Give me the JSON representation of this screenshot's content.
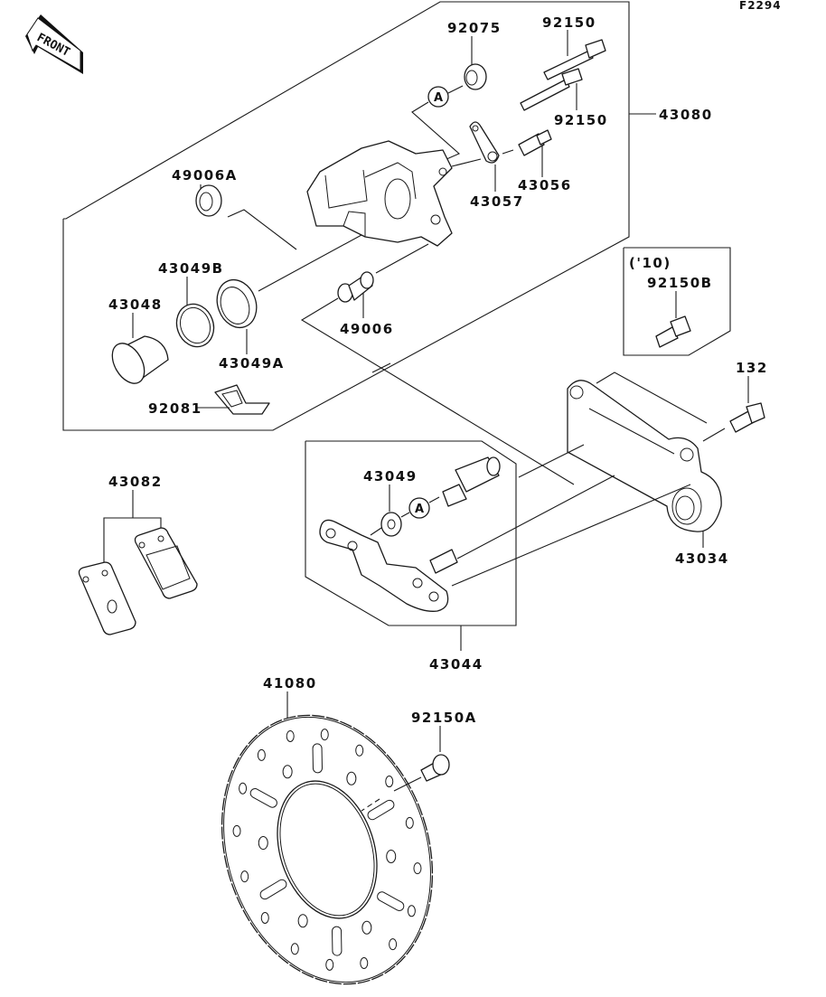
{
  "diagram": {
    "figure_code": "F2294",
    "front_label": "FRONT",
    "reference_marker": "A",
    "year_note": "('10)",
    "callouts": {
      "p92075": "92075",
      "p92150_top": "92150",
      "p92150_lower": "92150",
      "p43080": "43080",
      "p49006A": "49006A",
      "p43056": "43056",
      "p43057": "43057",
      "p43049B": "43049B",
      "p43048": "43048",
      "p49006": "49006",
      "p43049A": "43049A",
      "p92081": "92081",
      "p92150B": "92150B",
      "p132": "132",
      "p43082": "43082",
      "p43049": "43049",
      "p43034": "43034",
      "p43044": "43044",
      "p41080": "41080",
      "p92150A": "92150A"
    }
  }
}
